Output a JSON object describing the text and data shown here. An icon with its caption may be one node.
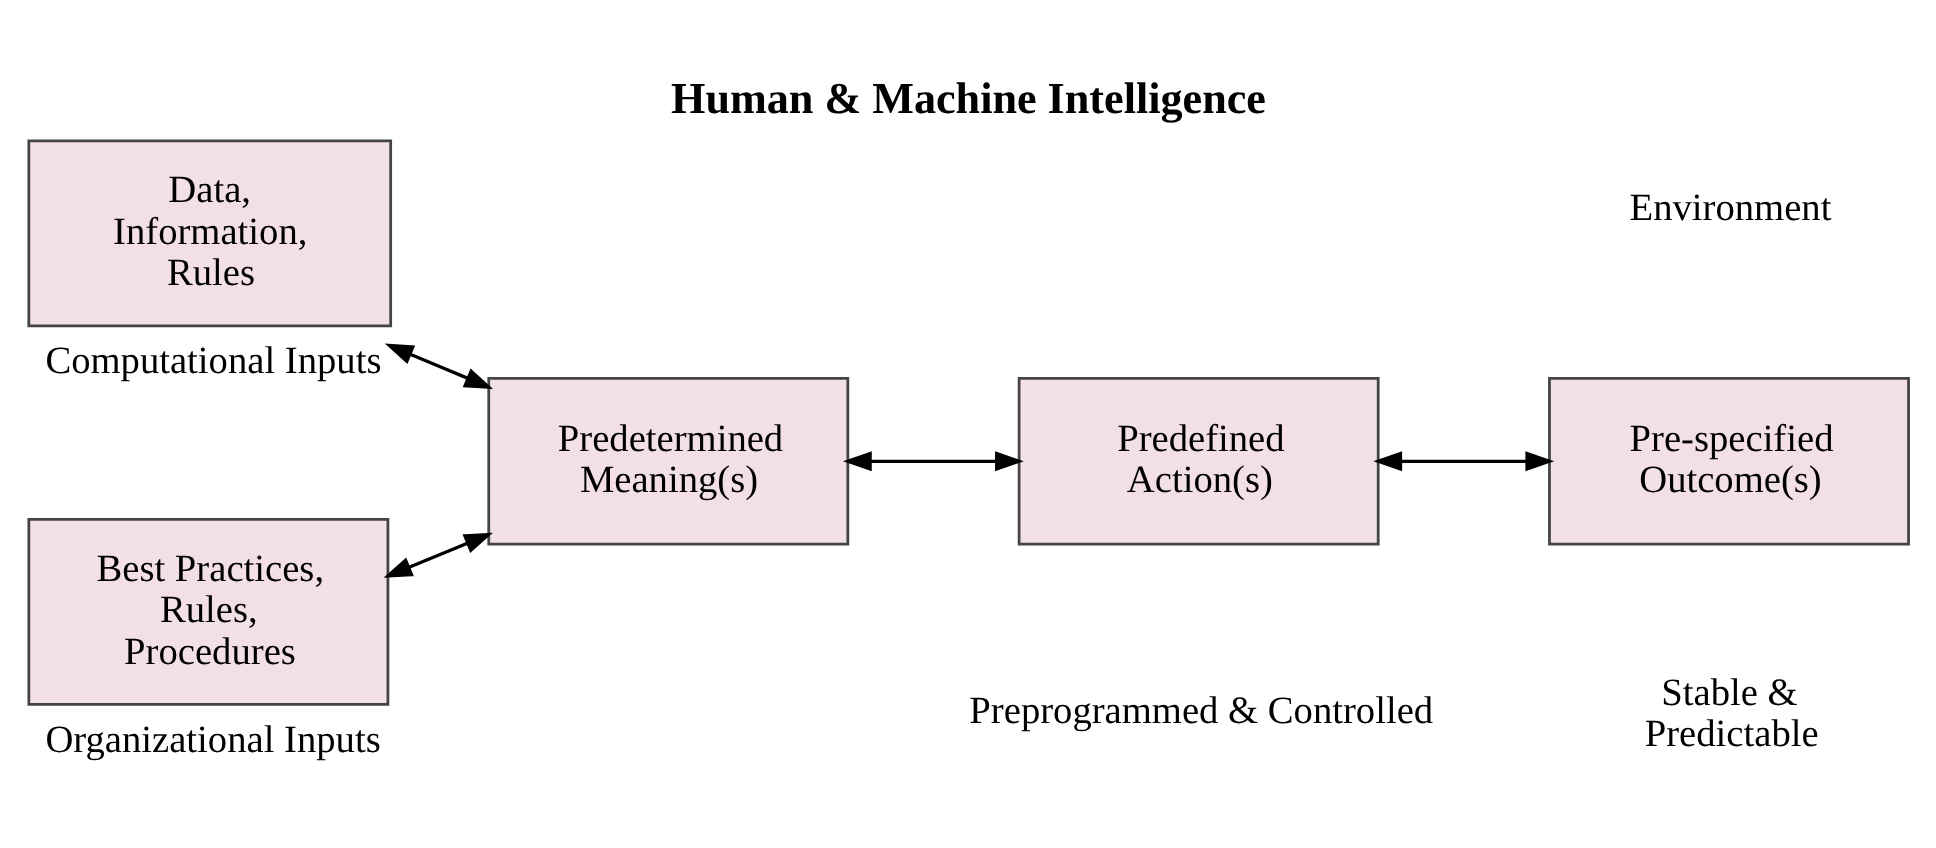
{
  "diagram": {
    "title": "Human & Machine Intelligence",
    "nodes": [
      {
        "text": [
          "Data, Information, Rules"
        ],
        "beside": [
          "Computational Inputs"
        ]
      },
      {
        "text": [
          "Best Practices, Rules, Procedures"
        ],
        "beside": [
          "Organizational Inputs"
        ]
      },
      {
        "text": [
          "Predetermined Meaning(s)"
        ]
      },
      {
        "text": [
          "Predefined Action(s)"
        ]
      },
      {
        "text": [
          "Pre-specified Outcome(s)"
        ]
      }
    ],
    "edges": [
      {
        "from": 0,
        "to": 2,
        "arrow": "both"
      },
      {
        "from": 1,
        "to": 2,
        "arrow": "both"
      },
      {
        "from": 2,
        "to": 3,
        "arrow": "both"
      },
      {
        "from": 3,
        "to": 4,
        "arrow": "both"
      }
    ],
    "labels": [
      "Environment",
      "Preprogrammed & Controlled",
      "Stable & Predictable"
    ]
  }
}
